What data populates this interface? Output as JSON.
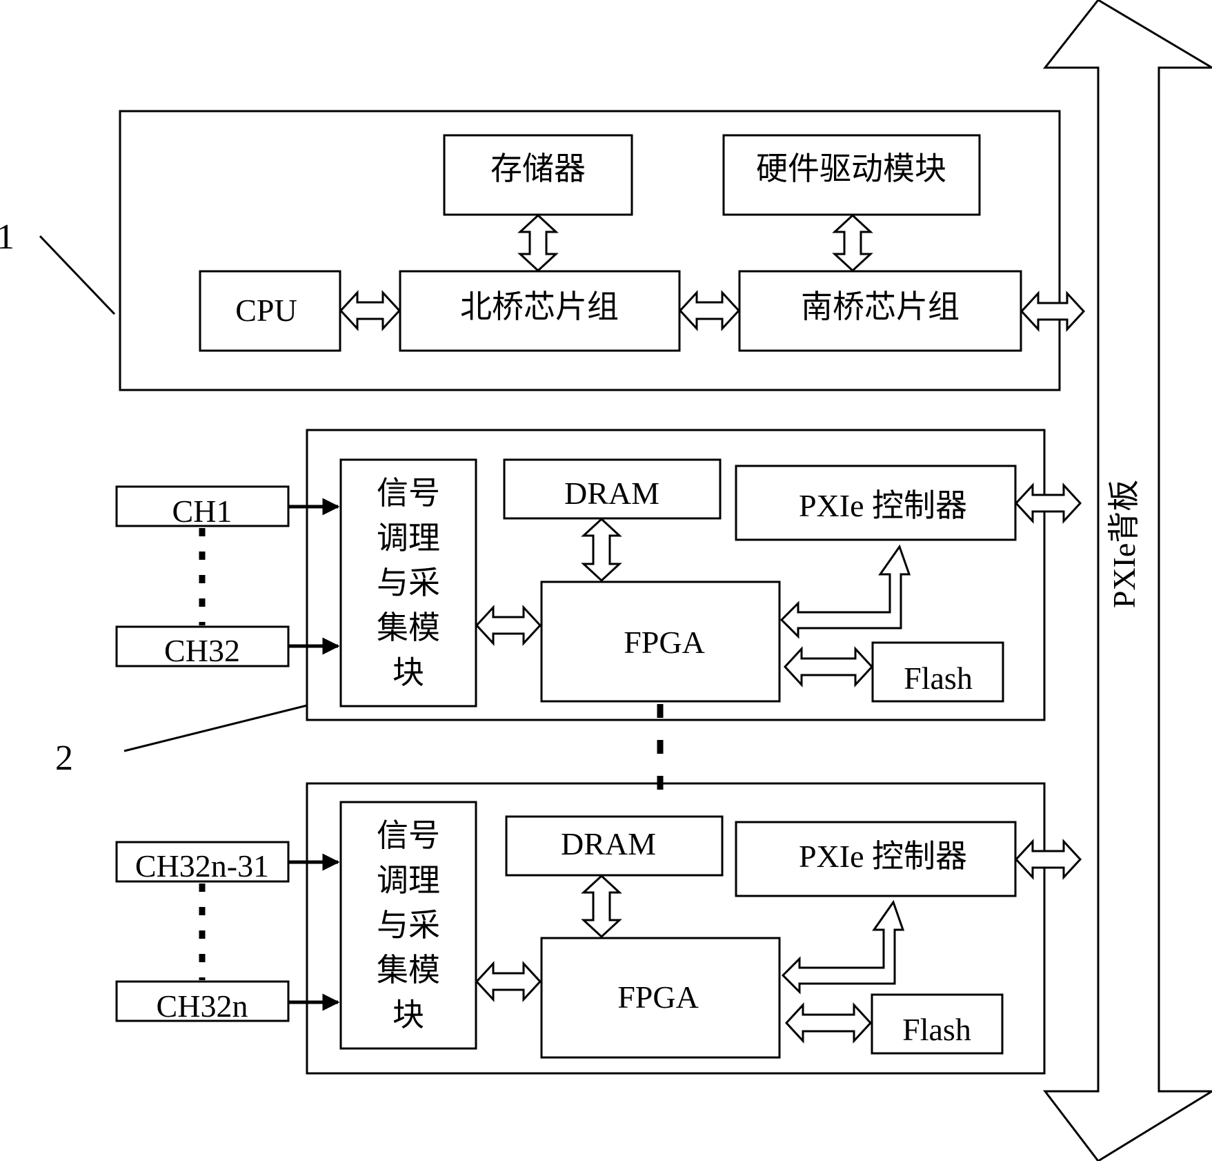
{
  "labels": {
    "ref_1": "1",
    "ref_2": "2",
    "storage": "存储器",
    "hw_driver": "硬件驱动模块",
    "cpu": "CPU",
    "north_bridge": "北桥芯片组",
    "south_bridge": "南桥芯片组",
    "backplane": "PXIe背板",
    "module_top": {
      "ch_first": "CH1",
      "ch_last": "CH32",
      "signal_lines": [
        "信号",
        "调理",
        "与采",
        "集模",
        "块"
      ],
      "dram": "DRAM",
      "pxie_ctrl": "PXIe 控制器",
      "fpga": "FPGA",
      "flash": "Flash"
    },
    "module_bottom": {
      "ch_first": "CH32n-31",
      "ch_last": "CH32n",
      "signal_lines": [
        "信号",
        "调理",
        "与采",
        "集模",
        "块"
      ],
      "dram": "DRAM",
      "pxie_ctrl": "PXIe 控制器",
      "fpga": "FPGA",
      "flash": "Flash"
    }
  }
}
